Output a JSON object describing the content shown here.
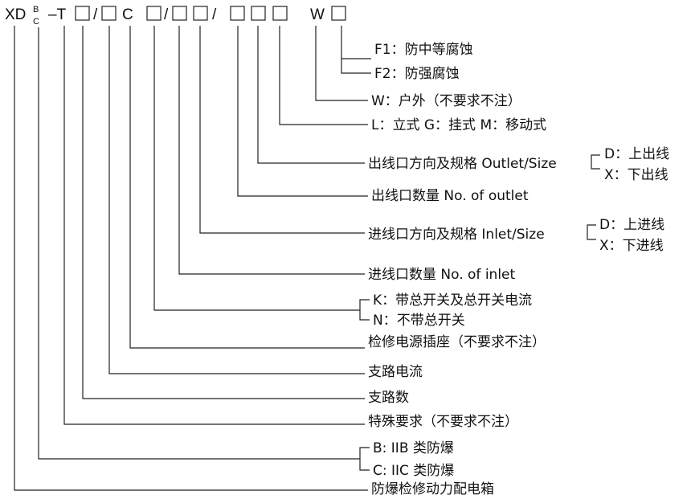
{
  "code": {
    "prefix": "XD",
    "sup_top": "B",
    "sup_bottom": "C",
    "t_part": "–T",
    "slash": "/",
    "c_letter": "C",
    "w_letter": "W"
  },
  "labels": {
    "f1": "F1：防中等腐蚀",
    "f2": "F2：防强腐蚀",
    "w": "W：户外（不要求不注）",
    "l": "L：立式 G：挂式 M：移动式",
    "outlet_dir": "出线口方向及规格 Outlet/Size",
    "outlet_d": "D：上出线",
    "outlet_x": "X：下出线",
    "outlet_num": "出线口数量 No. of outlet",
    "inlet_dir": "进线口方向及规格 Inlet/Size",
    "inlet_d": "D：上进线",
    "inlet_x": "X：下进线",
    "inlet_num": "进线口数量  No. of inlet",
    "k": "K：带总开关及总开关电流",
    "n": "N：不带总开关",
    "socket": "检修电源插座（不要求不注）",
    "branch_current": "支路电流",
    "branch_count": "支路数",
    "special": "特殊要求（不要求不注）",
    "b": "B: IIB 类防爆",
    "c": "C: IIC 类防爆",
    "product": "防爆检修动力配电箱"
  }
}
